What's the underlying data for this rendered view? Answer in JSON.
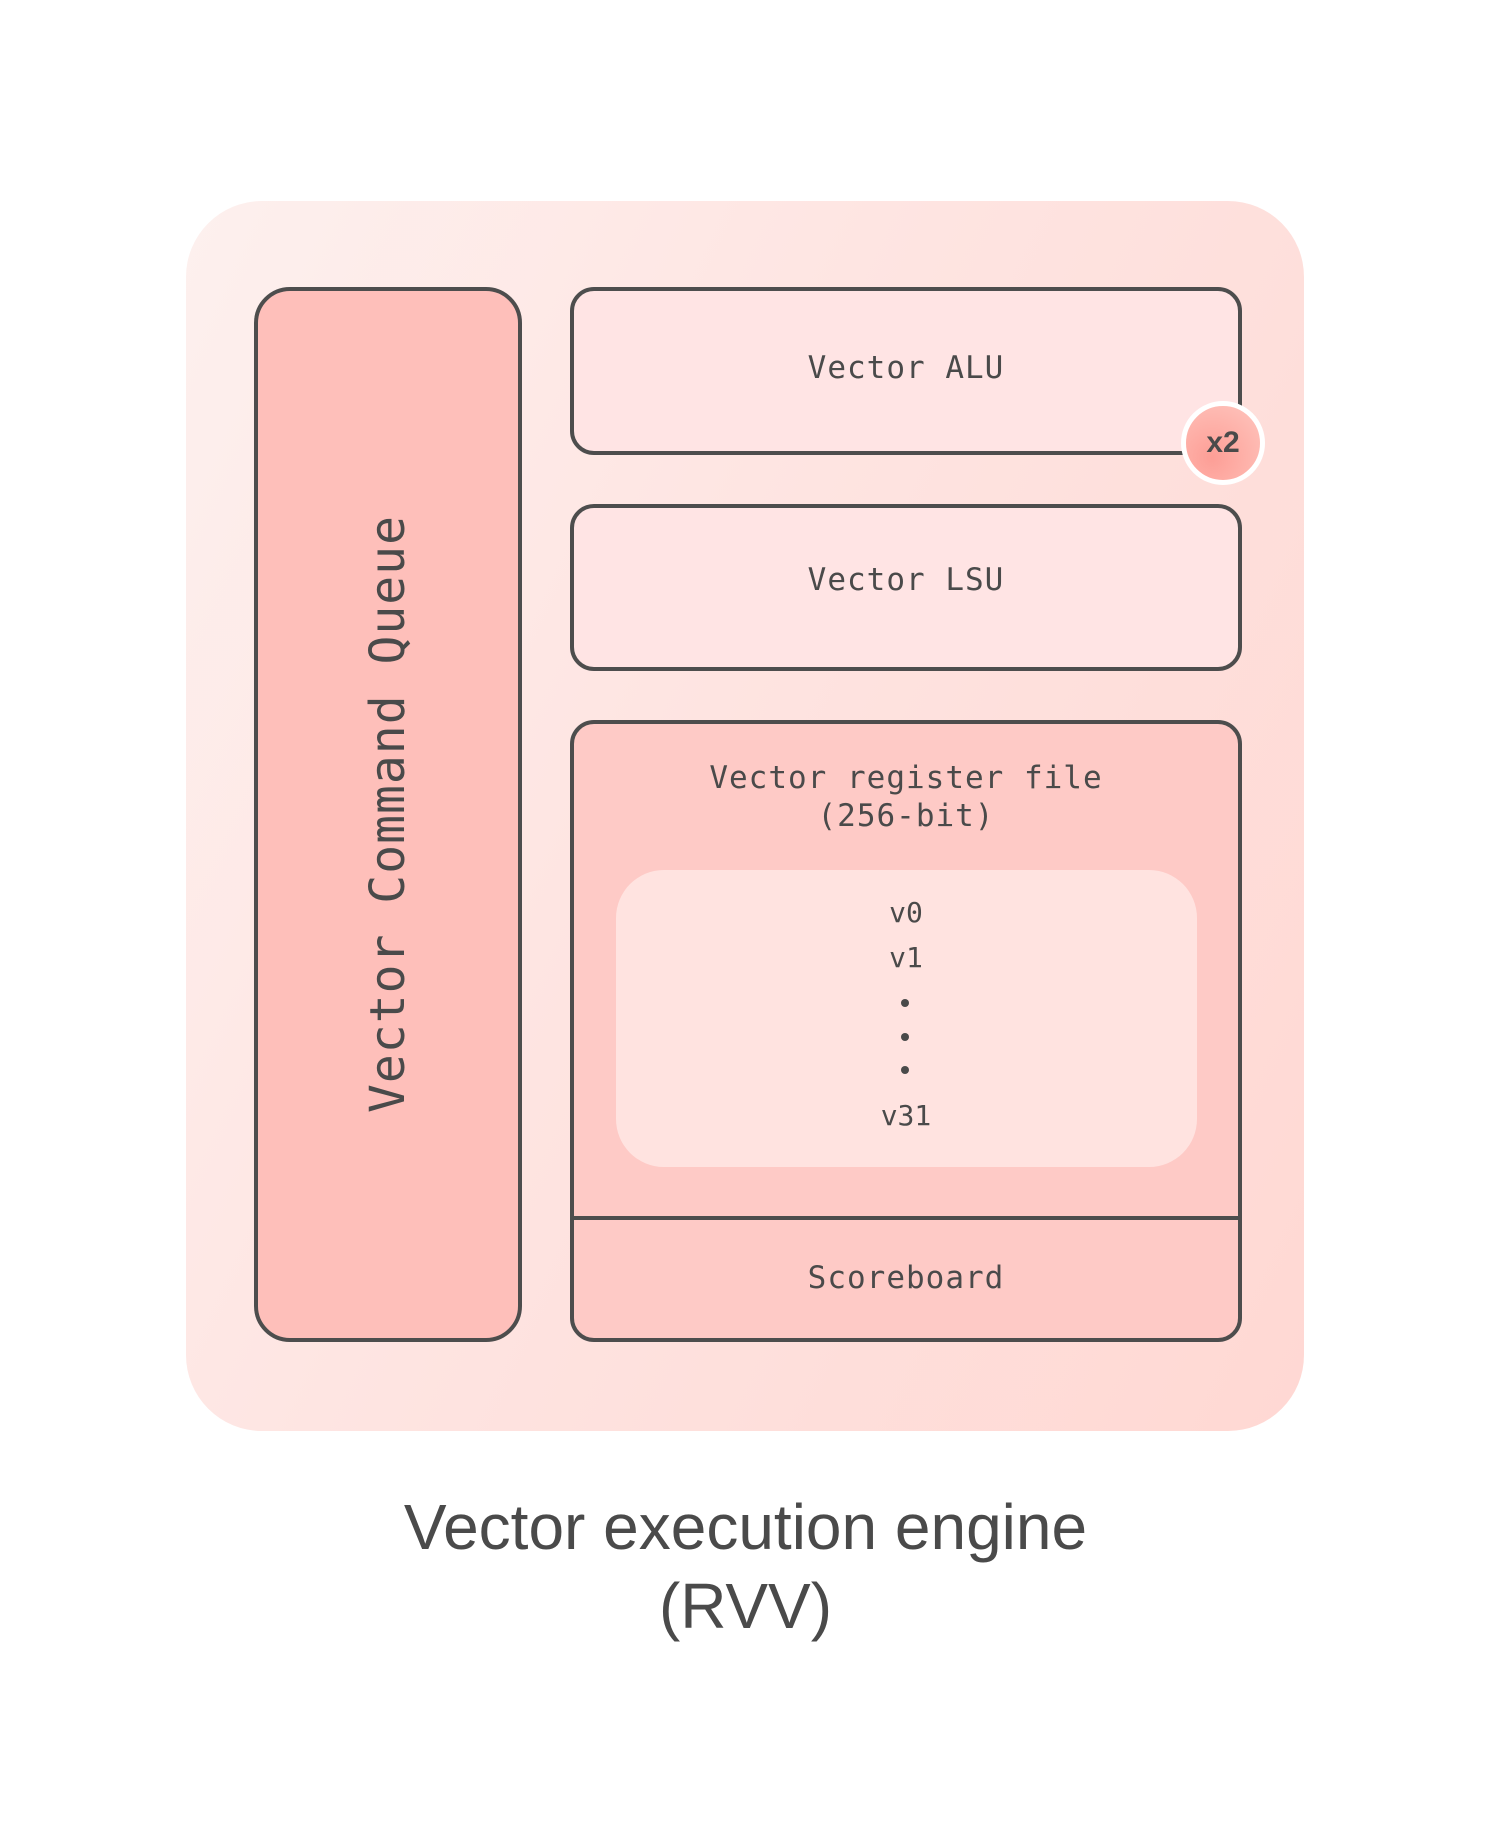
{
  "diagram": {
    "title_line1": "Vector execution engine",
    "title_line2": "(RVV)",
    "command_queue": "Vector Command Queue",
    "alu": "Vector ALU",
    "alu_multiplier": "x2",
    "lsu": "Vector LSU",
    "register_file_line1": "Vector register file",
    "register_file_line2": "(256-bit)",
    "registers": [
      "v0",
      "v1",
      "v31"
    ],
    "scoreboard": "Scoreboard"
  },
  "colors": {
    "stroke": "#4d4d4d",
    "text": "#4a4a4a",
    "command_queue_fill": "#febfba",
    "unit_fill": "#ffe4e4",
    "register_file_fill": "#fecac6",
    "register_list_fill": "#ffe3e0"
  }
}
